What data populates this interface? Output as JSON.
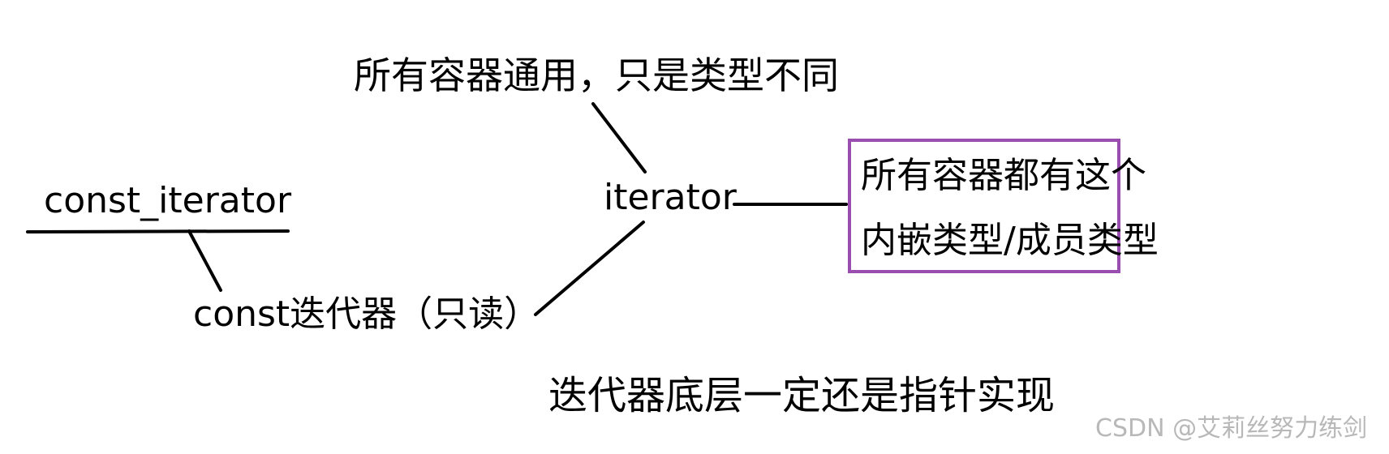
{
  "diagram": {
    "top_note": "所有容器通用，只是类型不同",
    "iterator": "iterator",
    "const_iterator": "const_iterator",
    "const_readonly": "const迭代器（只读）",
    "box": {
      "line1": "所有容器都有这个",
      "line2": "内嵌类型/成员类型"
    },
    "bottom_note": "迭代器底层一定还是指针实现"
  },
  "watermark": "CSDN @艾莉丝努力练剑",
  "colors": {
    "ink": "#000000",
    "box_border": "#9a4fb0",
    "watermark": "#b8b8b8"
  }
}
